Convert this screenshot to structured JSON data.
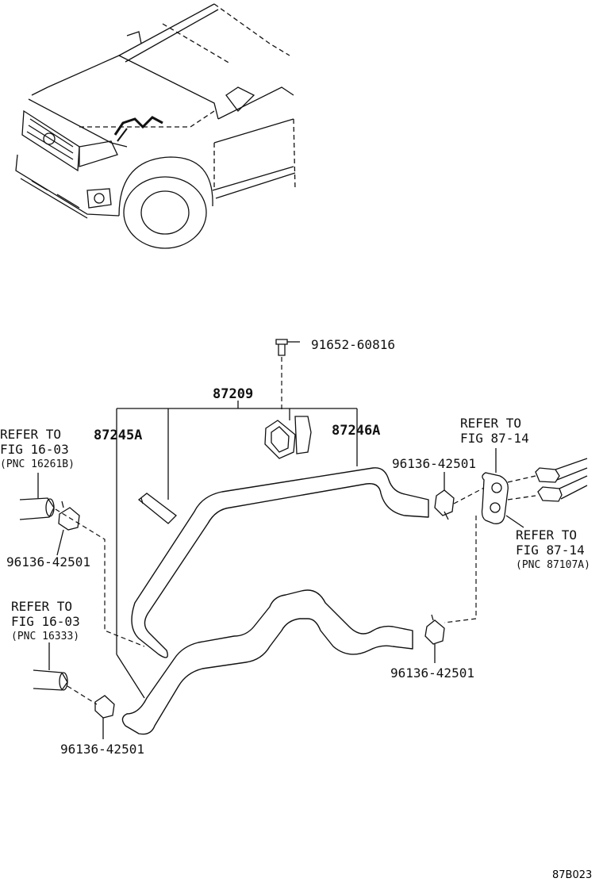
{
  "parts": {
    "bolt": "91652-60816",
    "hose_assy": "87209",
    "hose_a": "87245A",
    "hose_b": "87246A",
    "clamp_upper_right": "96136-42501",
    "clamp_left": "96136-42501",
    "clamp_lower_right": "96136-42501",
    "clamp_bottom": "96136-42501"
  },
  "refs": {
    "left_upper": {
      "line1": "REFER TO",
      "line2": "FIG 16-03",
      "line3": "(PNC 16261B)"
    },
    "left_lower": {
      "line1": "REFER TO",
      "line2": "FIG 16-03",
      "line3": "(PNC 16333)"
    },
    "right_upper": {
      "line1": "REFER TO",
      "line2": "FIG 87-14"
    },
    "right_lower": {
      "line1": "REFER TO",
      "line2": "FIG 87-14",
      "line3": "(PNC 87107A)"
    }
  },
  "figure_code": "87B023"
}
